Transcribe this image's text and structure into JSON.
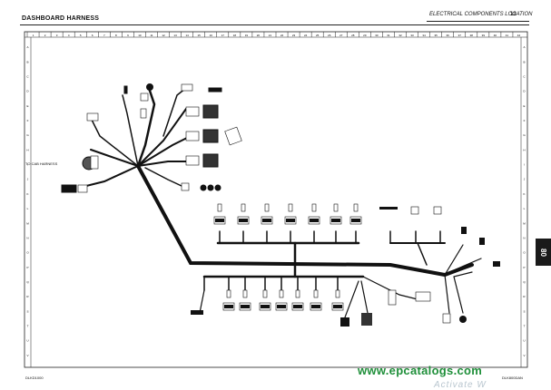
{
  "header": {
    "title": "DASHBOARD HARNESS",
    "section": "ELECTRICAL COMPONENTS LOCATION",
    "page_number": "13"
  },
  "side_tab": {
    "label": "80"
  },
  "harness_label": "TO CAB HARNESS",
  "footer": {
    "left_code": "DLKD1000",
    "right_code": "DLK800DAN"
  },
  "watermark": {
    "site": "www.epcatalogs.com",
    "faded": "Activate W"
  },
  "grid": {
    "columns": [
      "1",
      "2",
      "3",
      "4",
      "5",
      "6",
      "7",
      "8",
      "9",
      "10",
      "11",
      "12",
      "13",
      "14",
      "15",
      "16",
      "17",
      "18",
      "19",
      "20",
      "21",
      "22",
      "23",
      "24",
      "25",
      "26",
      "27",
      "28",
      "29",
      "30",
      "31",
      "32",
      "33",
      "34",
      "35",
      "36",
      "37",
      "38",
      "39",
      "40",
      "41",
      "42"
    ],
    "rows": [
      "A",
      "B",
      "C",
      "D",
      "E",
      "F",
      "G",
      "H",
      "I",
      "J",
      "K",
      "L",
      "M",
      "N",
      "O",
      "P",
      "Q",
      "R",
      "S",
      "T",
      "U",
      "V"
    ]
  },
  "colors": {
    "wire": "#111111",
    "accent": "#1f8f3a",
    "tab": "#1a1a1a"
  }
}
